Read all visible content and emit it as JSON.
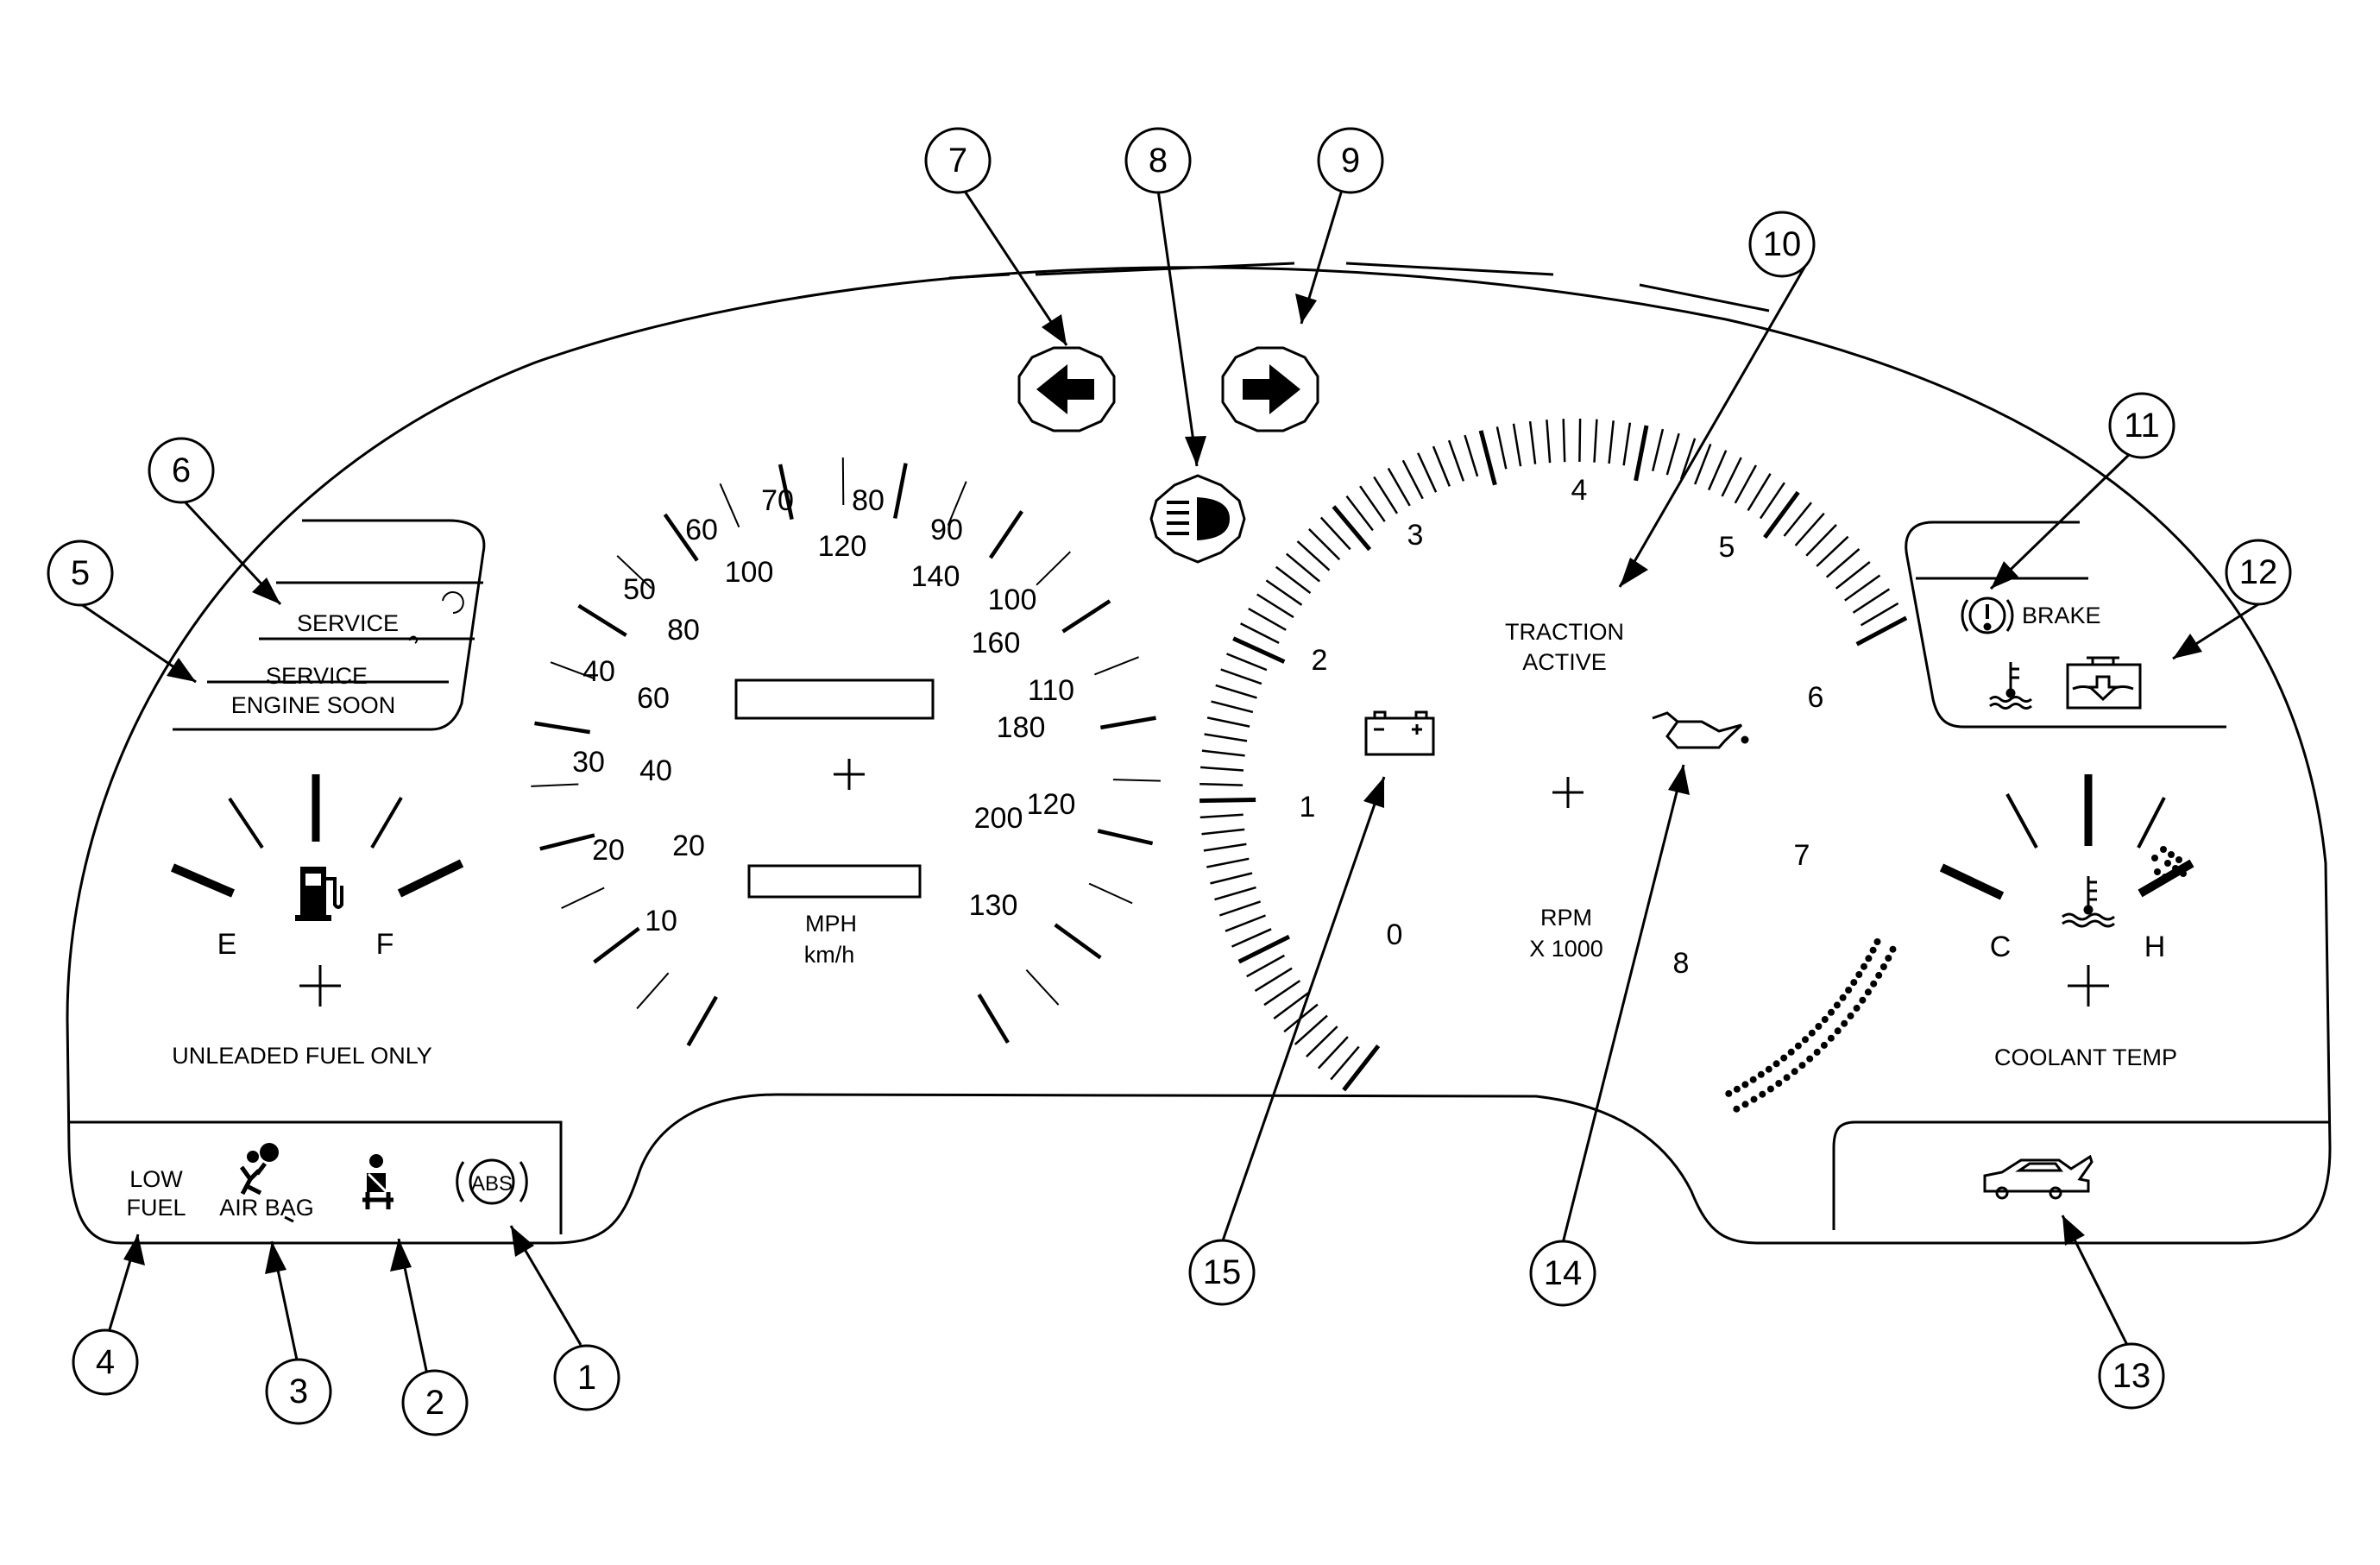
{
  "speedometer": {
    "mph_ticks": [
      "10",
      "20",
      "30",
      "40",
      "50",
      "60",
      "70",
      "80",
      "90",
      "100",
      "110",
      "120",
      "130"
    ],
    "kmh_ticks": [
      "20",
      "40",
      "60",
      "80",
      "100",
      "120",
      "140",
      "160",
      "180",
      "200"
    ],
    "unit_mph": "MPH",
    "unit_kmh": "km/h"
  },
  "tachometer": {
    "ticks": [
      "0",
      "1",
      "2",
      "3",
      "4",
      "5",
      "6",
      "7",
      "8"
    ],
    "unit_line1": "RPM",
    "unit_line2": "X 1000",
    "traction_line1": "TRACTION",
    "traction_line2": "ACTIVE"
  },
  "fuel_gauge": {
    "empty": "E",
    "full": "F",
    "caption": "UNLEADED FUEL ONLY"
  },
  "coolant_gauge": {
    "cold": "C",
    "hot": "H",
    "caption": "COOLANT TEMP"
  },
  "left_panel": {
    "service": "SERVICE",
    "service_engine_line1": "SERVICE",
    "service_engine_line2": "ENGINE SOON"
  },
  "right_panel": {
    "brake": "BRAKE"
  },
  "bottom_left_indicators": {
    "low_fuel_line1": "LOW",
    "low_fuel_line2": "FUEL",
    "air_bag": "AIR BAG",
    "abs": "ABS"
  },
  "callouts": [
    "1",
    "2",
    "3",
    "4",
    "5",
    "6",
    "7",
    "8",
    "9",
    "10",
    "11",
    "12",
    "13",
    "14",
    "15"
  ],
  "icons": [
    "left-turn-arrow-icon",
    "right-turn-arrow-icon",
    "high-beam-icon",
    "battery-icon",
    "oil-can-icon",
    "fuel-pump-icon",
    "coolant-temperature-icon",
    "brake-warning-icon",
    "coolant-level-icon",
    "air-bag-icon",
    "seat-belt-icon",
    "abs-icon",
    "door-ajar-icon"
  ]
}
